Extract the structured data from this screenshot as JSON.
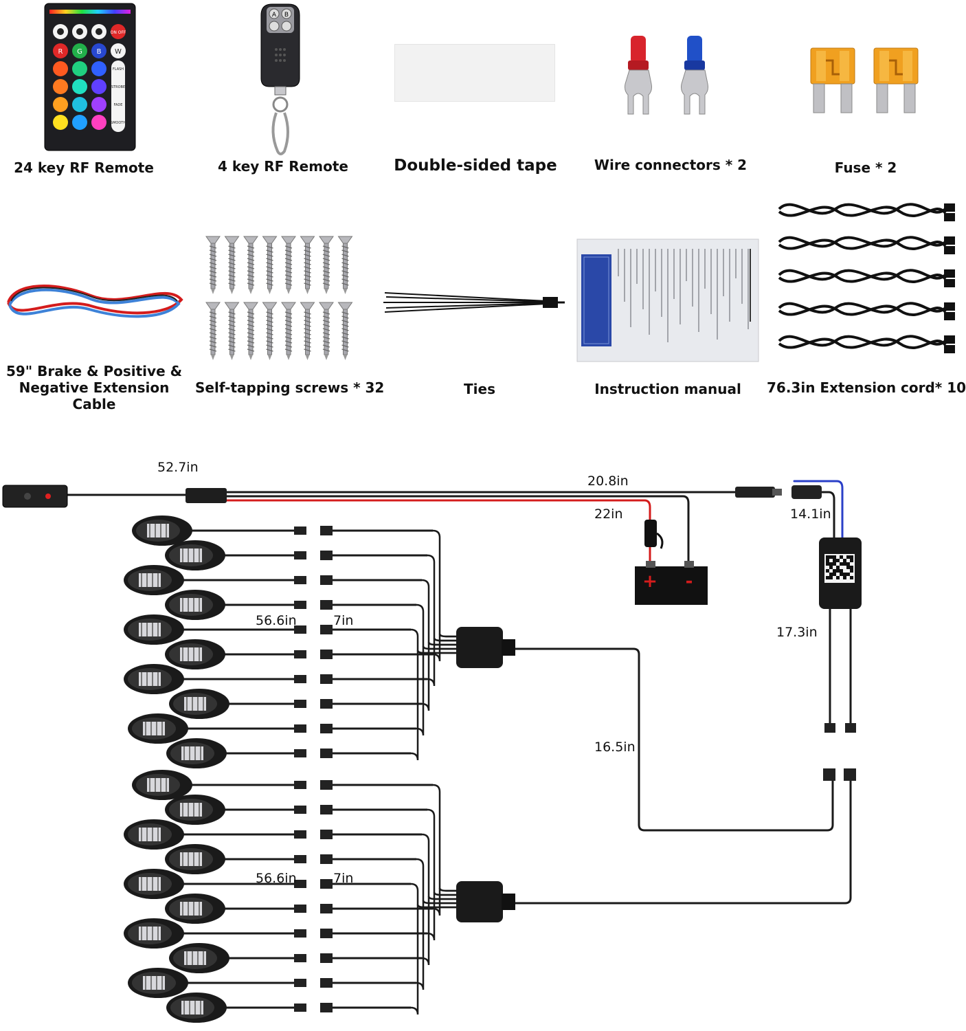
{
  "parts": [
    {
      "name": "24 key RF Remote"
    },
    {
      "name": "4 key RF Remote"
    },
    {
      "name": "Double-sided tape"
    },
    {
      "name": "Wire connectors * 2"
    },
    {
      "name": "Fuse * 2"
    },
    {
      "name": "59\" Brake & Positive & Negative Extension Cable"
    },
    {
      "name": "Self-tapping screws * 32"
    },
    {
      "name": "Ties"
    },
    {
      "name": "Instruction manual"
    },
    {
      "name": "76.3in Extension cord* 10"
    }
  ],
  "remote24": {
    "buttons_top": [
      "ON OFF"
    ],
    "rgbw": [
      "R",
      "G",
      "B",
      "W"
    ],
    "modes": [
      "FLASH",
      "STROBE",
      "FADE",
      "SMOOTH"
    ]
  },
  "remote4_keys": [
    "A",
    "B"
  ],
  "battery": {
    "plus": "+",
    "minus": "-"
  },
  "dimensions": {
    "switch_cable": "52.7in",
    "power_cable": "20.8in",
    "fuse_cable": "22in",
    "controller_in": "14.1in",
    "controller_out": "17.3in",
    "hub_link": "16.5in",
    "pod_cable_top": "56.6in",
    "pod_pigtail_top": "7in",
    "pod_cable_bottom": "56.6in",
    "pod_pigtail_bottom": "7in"
  },
  "colors": {
    "wire": "#1a1a1a",
    "red_wire": "#d41c1c",
    "blue_wire": "#2a3fc8",
    "fuse": "#f0a020",
    "connector_red": "#d8242c",
    "connector_blue": "#2050c8"
  }
}
